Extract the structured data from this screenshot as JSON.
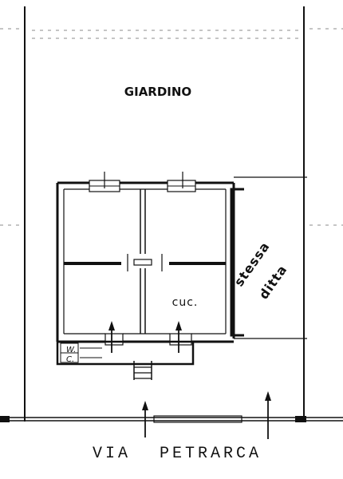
{
  "plan": {
    "garden_label": "GIARDINO",
    "kitchen_label": "cuc.",
    "neighbor_label_line1": "stessa",
    "neighbor_label_line2": "ditta",
    "wc_label_1": "W.",
    "wc_label_2": "C.",
    "street_word_1": "VIA",
    "street_word_2": "PETRARCA"
  }
}
